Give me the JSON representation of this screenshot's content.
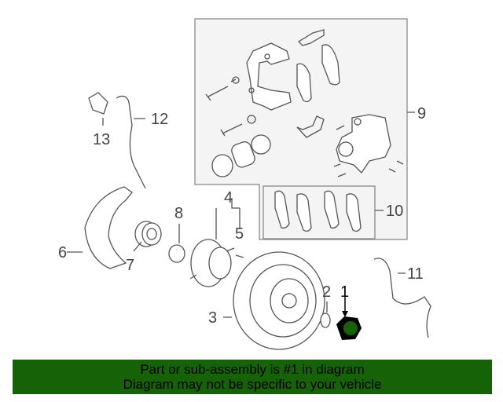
{
  "diagram": {
    "callouts": [
      "1",
      "2",
      "3",
      "4",
      "5",
      "6",
      "7",
      "8",
      "9",
      "10",
      "11",
      "12",
      "13"
    ],
    "highlight_color": "#000000",
    "part_color": "#555555",
    "box_fill": "#f4f4f4"
  },
  "banner": {
    "line1": "Part or sub-assembly is #1 in diagram",
    "line2": "Diagram may not be specific to your vehicle",
    "background": "#156306"
  }
}
